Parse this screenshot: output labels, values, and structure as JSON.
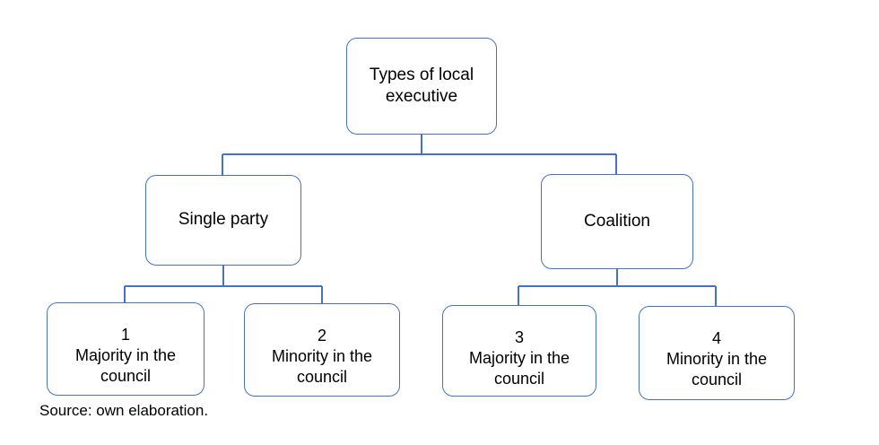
{
  "diagram": {
    "type": "tree",
    "line_color": "#4472C4",
    "border_color": "#4472C4",
    "text_color": "#000000",
    "background": "#ffffff",
    "root": {
      "id": "types-of-local-executive",
      "text": "Types of local\nexecutive"
    },
    "level2": [
      {
        "id": "single-party",
        "text": "Single party"
      },
      {
        "id": "coalition",
        "text": "Coalition"
      }
    ],
    "leaves": [
      {
        "id": "leaf-1",
        "number": "1",
        "text": "1\nMajority in the\ncouncil",
        "label": "Majority in the council",
        "parent": "single-party"
      },
      {
        "id": "leaf-2",
        "number": "2",
        "text": "2\nMinority in the\ncouncil",
        "label": "Minority in the council",
        "parent": "single-party"
      },
      {
        "id": "leaf-3",
        "number": "3",
        "text": "3\nMajority in the\ncouncil",
        "label": "Majority in the council",
        "parent": "coalition"
      },
      {
        "id": "leaf-4",
        "number": "4",
        "text": "4\nMinority in the\ncouncil",
        "label": "Minority in the council",
        "parent": "coalition"
      }
    ]
  },
  "caption": {
    "text": "Source: own elaboration."
  }
}
